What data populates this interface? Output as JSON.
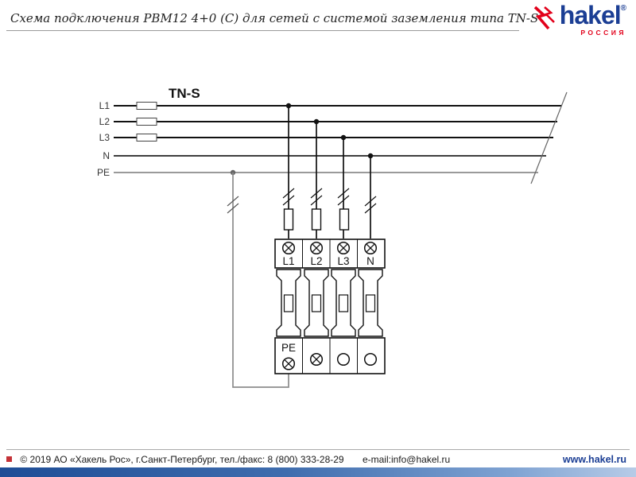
{
  "header": {
    "title": "Схема подключения РВМ12 4+0 (С) для сетей с системой заземления типа TN-S",
    "logo": {
      "brand": "hakel",
      "registered": "®",
      "country": "РОССИЯ"
    }
  },
  "diagram": {
    "system_label": "TN-S",
    "bus_labels": [
      "L1",
      "L2",
      "L3",
      "N",
      "PE"
    ],
    "device": {
      "top_terminal_labels": [
        "L1",
        "L2",
        "L3",
        "N"
      ],
      "pe_label": "PE"
    }
  },
  "footer": {
    "copyright": "© 2019 АО «Хакель Рос», г.Санкт-Петербург, тел./факс: 8 (800) 333-28-29",
    "email": "e-mail:info@hakel.ru",
    "website": "www.hakel.ru"
  },
  "colors": {
    "brand_blue": "#1b3e94",
    "accent_red": "#e2001a",
    "line_black": "#111111",
    "pe_gray": "#8c8c8c"
  }
}
